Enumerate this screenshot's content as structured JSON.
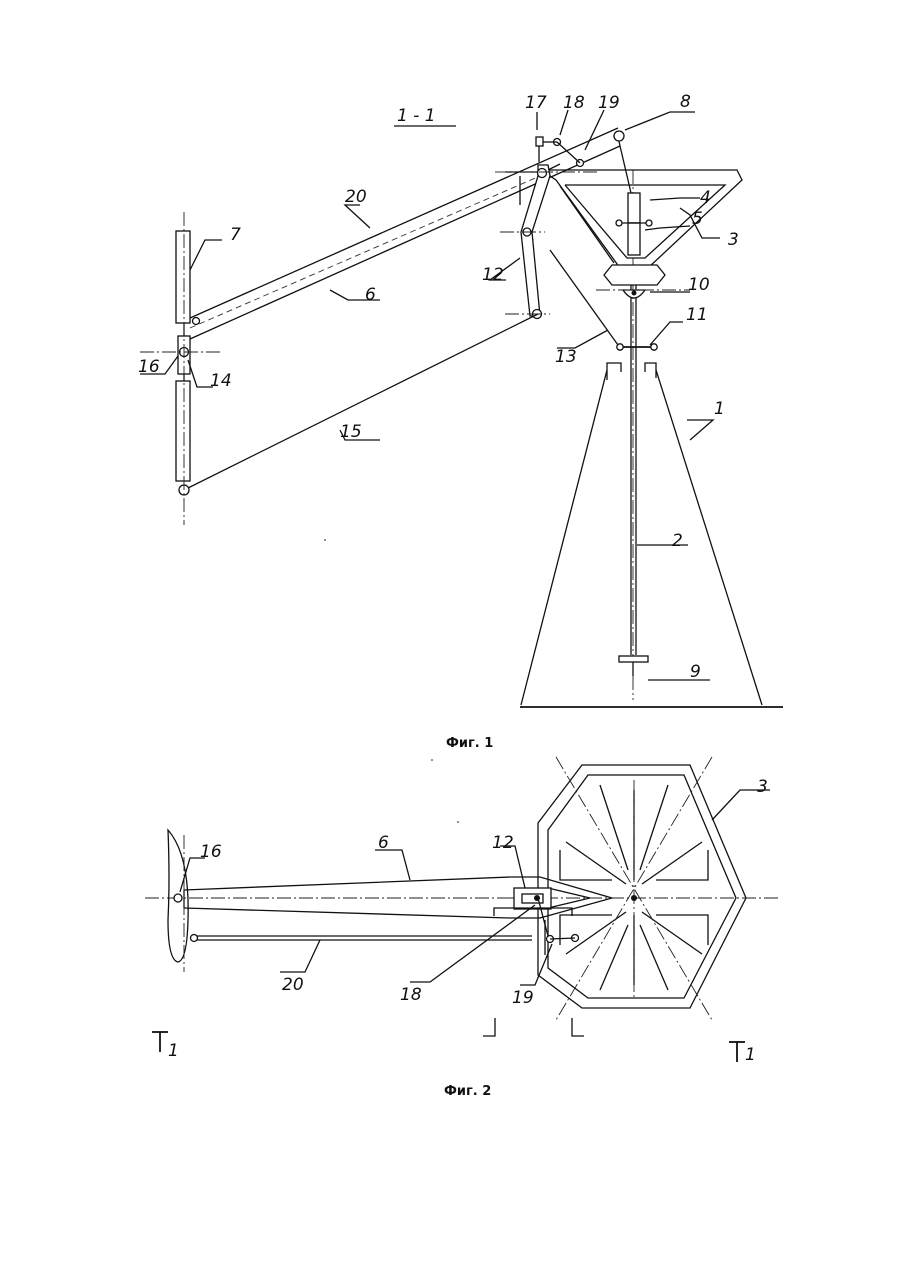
{
  "fig1": {
    "caption": "Фиг. 1",
    "section_label": "1 - 1",
    "callouts": [
      "1",
      "2",
      "3",
      "4",
      "5",
      "6",
      "7",
      "8",
      "9",
      "10",
      "11",
      "12",
      "13",
      "14",
      "15",
      "16",
      "17",
      "18",
      "19",
      "20"
    ]
  },
  "fig2": {
    "caption": "Фиг. 2",
    "section_mark_left": "1",
    "section_mark_right": "1",
    "callouts": [
      "3",
      "6",
      "12",
      "16",
      "18",
      "19",
      "20"
    ]
  },
  "colors": {
    "ink": "#111111",
    "paper": "#ffffff"
  }
}
